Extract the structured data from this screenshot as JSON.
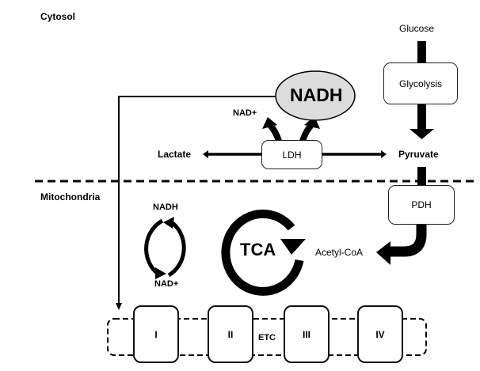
{
  "compartments": {
    "cytosol": "Cytosol",
    "mitochondria": "Mitochondria"
  },
  "metabolites": {
    "glucose": "Glucose",
    "pyruvate": "Pyruvate",
    "lactate": "Lactate",
    "acetyl_coa": "Acetyl-CoA",
    "nadh_cytosol": "NADH",
    "nad_plus_cytosol": "NAD+",
    "nadh_mito": "NADH",
    "nad_plus_mito": "NAD+"
  },
  "enzymes": {
    "glycolysis": "Glycolysis",
    "ldh": "LDH",
    "pdh": "PDH"
  },
  "cycles": {
    "tca": "TCA"
  },
  "etc": {
    "label": "ETC",
    "complexes": [
      "I",
      "II",
      "III",
      "IV"
    ]
  },
  "colors": {
    "nadh_ellipse_fill": "#dcdcdc",
    "stroke": "#000000"
  }
}
